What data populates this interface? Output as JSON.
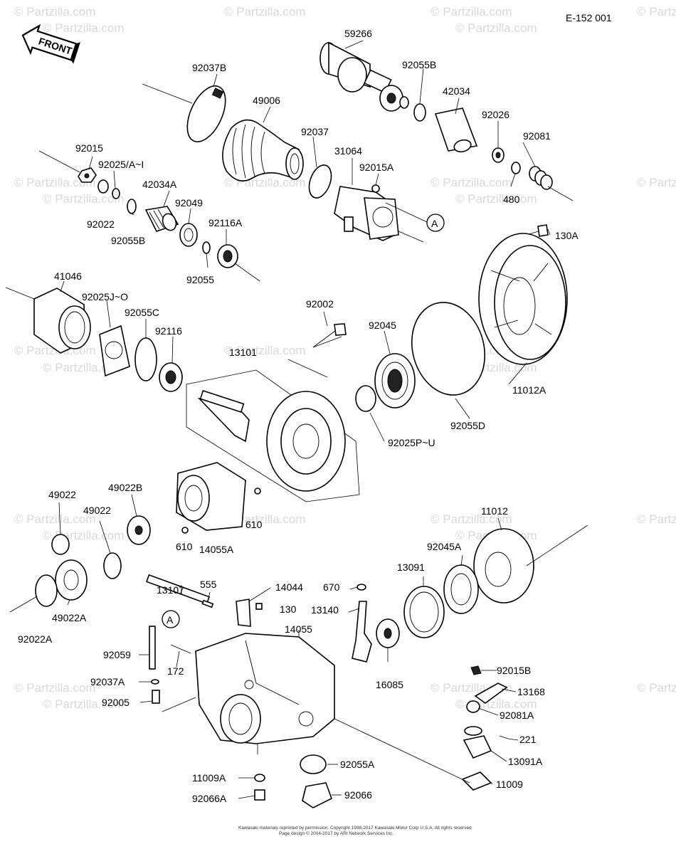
{
  "header": {
    "diagram_code": "E-152 001",
    "front_label": "FRONT"
  },
  "watermark": {
    "text": "© Partzilla.com"
  },
  "footer": {
    "line1": "Kawasaki materials reprinted by permission. Copyright 1998-2017 Kawasaki Motor Corp U.S.A. All rights reserved",
    "line2": "Page design © 2004-2017 by ARI Network Services Inc."
  },
  "parts": {
    "p59266": "59266",
    "p92037B": "92037B",
    "p49006": "49006",
    "p92055B_top": "92055B",
    "p42034": "42034",
    "p92026": "92026",
    "p92081": "92081",
    "p480": "480",
    "p92015": "92015",
    "p92025_A_I": "92025/A~I",
    "p92037": "92037",
    "p31064": "31064",
    "p92015A": "92015A",
    "p42034A": "42034A",
    "p92049": "92049",
    "p92022": "92022",
    "p92055B_left": "92055B",
    "p92116A": "92116A",
    "p92055": "92055",
    "p130A": "130A",
    "p41046": "41046",
    "p92025J_O": "92025J~O",
    "p92055C": "92055C",
    "p92116": "92116",
    "p92002": "92002",
    "p92045": "92045",
    "p13101": "13101",
    "p11012A": "11012A",
    "p92055D": "92055D",
    "p92025P_U": "92025P~U",
    "p49022_a": "49022",
    "p49022B": "49022B",
    "p49022_b": "49022",
    "p610_a": "610",
    "p610_b": "610",
    "p14055A": "14055A",
    "p11012": "11012",
    "p92045A": "92045A",
    "p13107": "13107",
    "p555": "555",
    "p14044": "14044",
    "p670": "670",
    "p13091": "13091",
    "p130": "130",
    "p13140": "13140",
    "p49022A": "49022A",
    "p92022A": "92022A",
    "p14055": "14055",
    "p92059": "92059",
    "p172": "172",
    "p16085": "16085",
    "p92037A": "92037A",
    "p92015B": "92015B",
    "p13168": "13168",
    "p92005": "92005",
    "p92081A": "92081A",
    "p221": "221",
    "p13091A": "13091A",
    "p92055A": "92055A",
    "p11009A": "11009A",
    "p11009": "11009",
    "p92066A": "92066A",
    "p92066": "92066"
  },
  "callouts": {
    "ref_a": "A"
  }
}
